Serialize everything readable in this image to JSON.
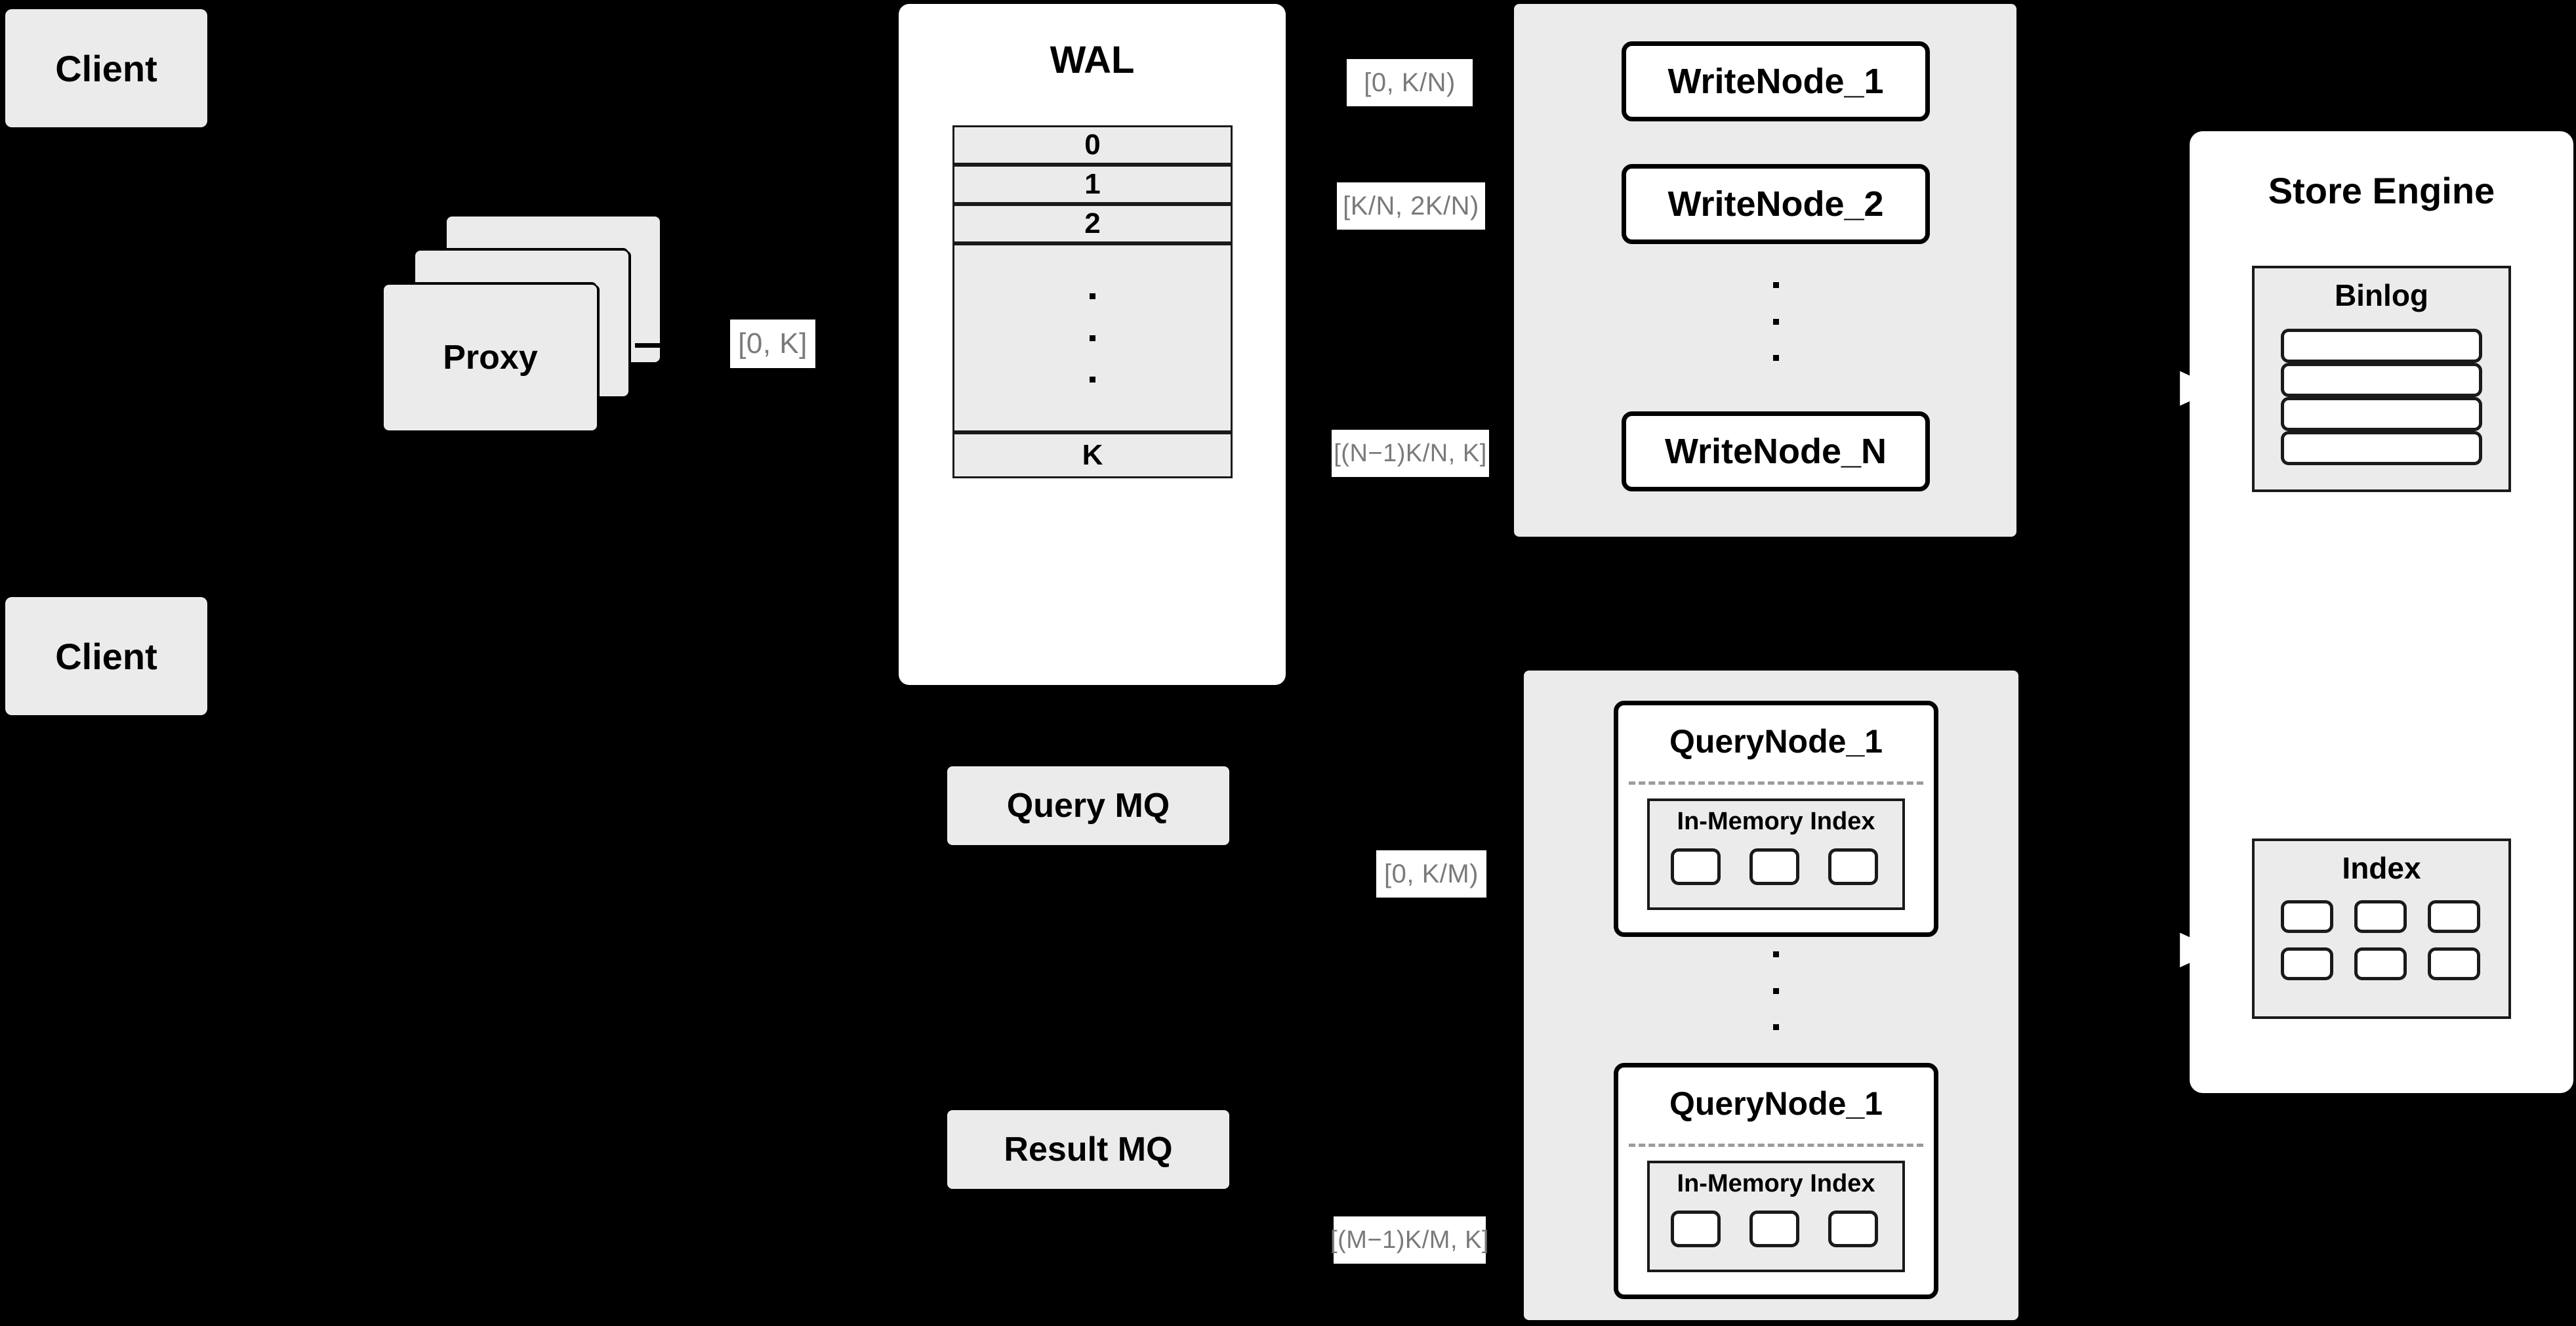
{
  "diagram": {
    "background_color": "#000000",
    "card_fill": "#ebebeb",
    "panel_fill": "#ffffff",
    "stroke_color": "#000000",
    "label_text_color": "#7a7a7a"
  },
  "clients": [
    {
      "label": "Client"
    },
    {
      "label": "Client"
    }
  ],
  "proxy": {
    "label": "Proxy",
    "stack_count": 3
  },
  "edge_labels": {
    "proxy_to_wal": "[0, K]",
    "write_node_1": "[0,  K/N)",
    "write_node_2": "[K/N, 2K/N)",
    "write_node_n": "[(N−1)K/N,  K]",
    "query_node_1": "[0, K/M)",
    "query_node_m": "[(M−1)K/M, K]"
  },
  "wal": {
    "title": "WAL",
    "rows": [
      "0",
      "1",
      "2",
      "",
      "K"
    ],
    "ellipsis_row_index": 3
  },
  "message_queues": [
    {
      "label": "Query MQ"
    },
    {
      "label": "Result MQ"
    }
  ],
  "write_cluster": {
    "nodes": [
      {
        "label": "WriteNode_1"
      },
      {
        "label": "WriteNode_2"
      },
      {
        "label": "WriteNode_N"
      }
    ],
    "ellipsis": "vertical-dots"
  },
  "query_cluster": {
    "nodes": [
      {
        "label": "QueryNode_1",
        "index_title": "In-Memory Index",
        "index_slots": 3
      },
      {
        "label": "QueryNode_1",
        "index_title": "In-Memory Index",
        "index_slots": 3
      }
    ],
    "ellipsis": "vertical-dots"
  },
  "store_engine": {
    "title": "Store Engine",
    "binlog": {
      "title": "Binlog",
      "entries": 4
    },
    "index": {
      "title": "Index",
      "cells": 6,
      "rows": 2,
      "columns": 3
    }
  }
}
